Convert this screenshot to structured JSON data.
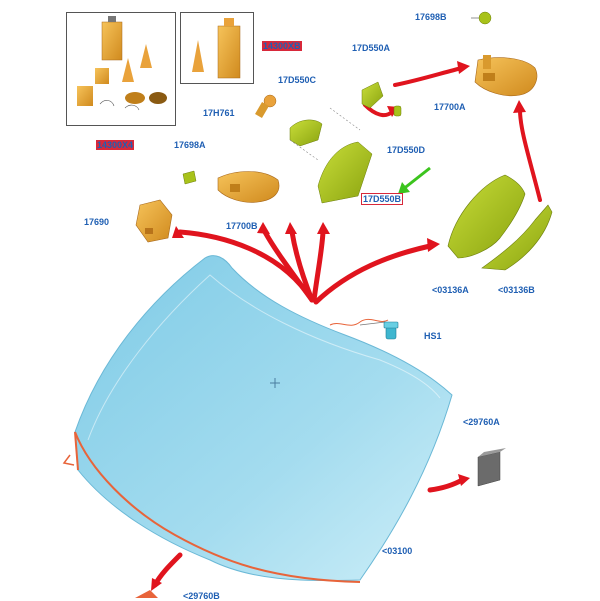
{
  "colors": {
    "callout": "#1f5fb3",
    "arrow": "#e0141e",
    "glass": "#8fd3ea",
    "glass_edge": "#e8643a",
    "part_green": "#a8c21a",
    "part_amber": "#e9a23b",
    "pointer_green": "#3cc41e"
  },
  "callouts": {
    "kit_a": "14300X4",
    "kit_b": "14300XB",
    "c17698b": "17698B",
    "c17d550a": "17D550A",
    "c17d550c": "17D550C",
    "c17h761": "17H761",
    "c17700a": "17700A",
    "c17d550d": "17D550D",
    "c17698a": "17698A",
    "c17d550b": "17D550B",
    "c17700b": "17700B",
    "c17690": "17690",
    "c03136a": "<03136A",
    "c03136b": "<03136B",
    "hs1": "HS1",
    "c29760a": "<29760A",
    "c03100": "<03100",
    "c29760b": "<29760B"
  },
  "icons": [
    "windshield-glass-icon",
    "rear-view-mirror-icon",
    "mirror-mount-cover-icon",
    "rain-sensor-icon",
    "humidity-sensor-icon",
    "adhesive-kit-icon",
    "glass-spacer-block-icon"
  ]
}
